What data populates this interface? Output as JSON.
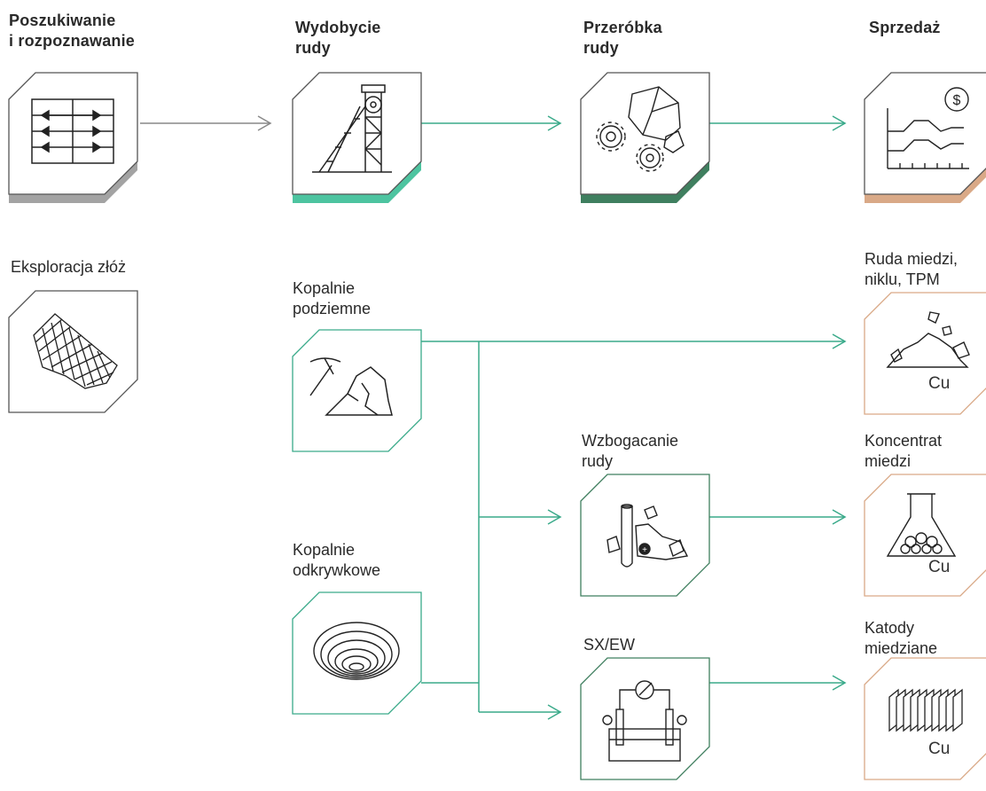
{
  "stages": {
    "exploration": "Poszukiwanie\ni rozpoznawanie",
    "mining": "Wydobycie\nrudy",
    "processing": "Przeróbka\nrudy",
    "sales": "Sprzedaż"
  },
  "nodes": {
    "deposit_exploration": "Eksploracja złóż",
    "underground_mines": "Kopalnie\npodziemne",
    "open_pit_mines": "Kopalnie\nodkrywkowe",
    "ore_enrichment": "Wzbogacanie\nrudy",
    "sxew": "SX/EW"
  },
  "products": {
    "ore": "Ruda miedzi,\nniklu, TPM",
    "concentrate": "Koncentrat\nmiedzi",
    "cathodes": "Katody\nmiedziane",
    "cu_symbol": "Cu"
  },
  "colors": {
    "exploration": "#9a9a9a",
    "mining": "#4dc4a0",
    "processing": "#3f7f5f",
    "sales": "#d9a987",
    "connector": "#3aaa8a",
    "outline": "#555555"
  },
  "icons": {
    "exploration_tile": "map-grid-arrows-icon",
    "mining_tile": "mine-headframe-icon",
    "processing_tile": "gears-rocks-icon",
    "sales_tile": "price-chart-dollar-icon",
    "deposit_tile": "deposit-grid-map-icon",
    "underground_tile": "pickaxe-rock-icon",
    "openpit_tile": "open-pit-rings-icon",
    "enrichment_tile": "test-tube-rocks-icon",
    "sxew_tile": "electrolysis-cell-icon",
    "ore_tile": "ore-pile-icon",
    "concentrate_tile": "flask-icon",
    "cathodes_tile": "cathode-sheets-icon"
  }
}
